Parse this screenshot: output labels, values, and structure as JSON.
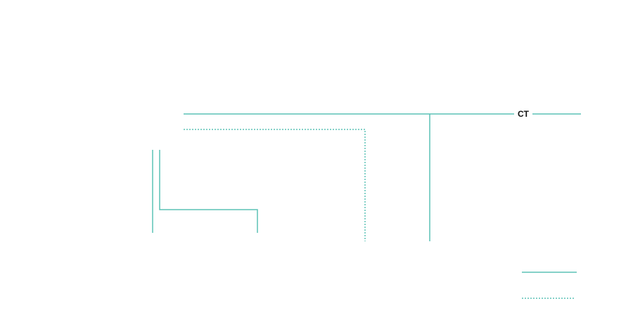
{
  "diagram": {
    "label_ct": "CT",
    "line_color": "#5BC2B5",
    "legend": [
      {
        "style": "solid"
      },
      {
        "style": "dotted"
      }
    ]
  }
}
